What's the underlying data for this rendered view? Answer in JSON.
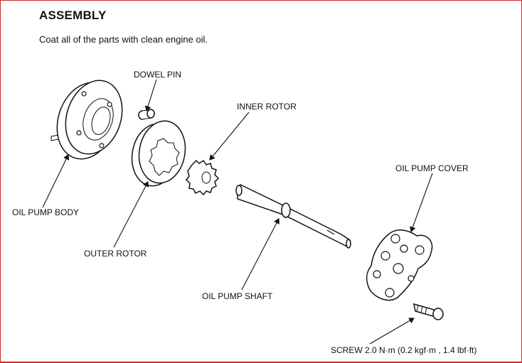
{
  "heading": "ASSEMBLY",
  "instruction": "Coat all of the parts with clean engine oil.",
  "labels": {
    "dowel_pin": "DOWEL PIN",
    "inner_rotor": "INNER ROTOR",
    "oil_pump_cover": "OIL PUMP COVER",
    "oil_pump_body": "OIL PUMP BODY",
    "outer_rotor": "OUTER ROTOR",
    "oil_pump_shaft": "OIL PUMP SHAFT",
    "screw": "SCREW  2.0 N·m (0.2 kgf·m , 1.4 lbf·ft)"
  },
  "colors": {
    "frame": "#cc2a2a",
    "ink": "#111111"
  }
}
